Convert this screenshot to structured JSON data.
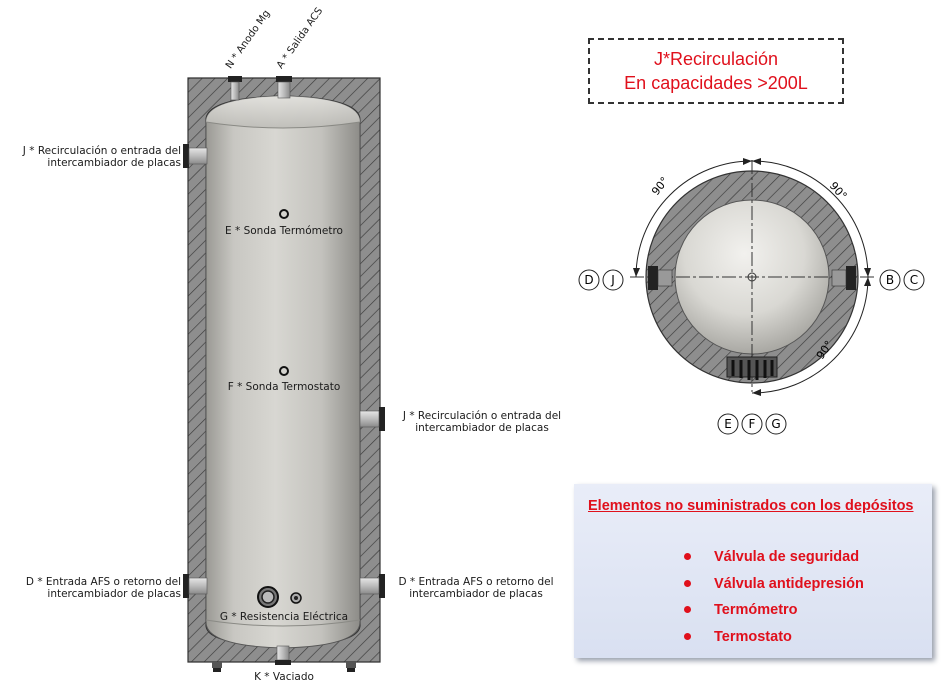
{
  "labels": {
    "anodo": "N * Anodo Mg",
    "salida": "A * Salida ACS",
    "j_left_1": "J * Recirculación o entrada del",
    "j_left_2": "intercambiador de placas",
    "sonda_termometro": "E * Sonda Termómetro",
    "sonda_termostato": "F * Sonda Termostato",
    "j_right_1": "J * Recirculación o entrada del",
    "j_right_2": "intercambiador de placas",
    "d_left_1": "D * Entrada AFS o retorno del",
    "d_left_2": "intercambiador de placas",
    "d_right_1": "D * Entrada AFS o retorno del",
    "d_right_2": "intercambiador de placas",
    "resistencia": "G * Resistencia Eléctrica",
    "vaciado": "K * Vaciado"
  },
  "recirc_note": {
    "line1": "J*Recirculación",
    "line2": "En capacidades >200L"
  },
  "top_view": {
    "angle_top_left": "90°",
    "angle_top_right": "90°",
    "angle_bottom_right": "90°",
    "left_letters": [
      "D",
      "J"
    ],
    "right_letters": [
      "B",
      "C"
    ],
    "bottom_letters": [
      "E",
      "F",
      "G"
    ]
  },
  "supply_box": {
    "title": "Elementos no suministrados con los depósitos",
    "items": [
      "Válvula de seguridad",
      "Válvula antidepresión",
      "Termómetro",
      "Termostato"
    ]
  },
  "colors": {
    "accent_red": "#e0101c",
    "insulation": "#8c8c8c",
    "tank_body": "#c9c8c4"
  }
}
